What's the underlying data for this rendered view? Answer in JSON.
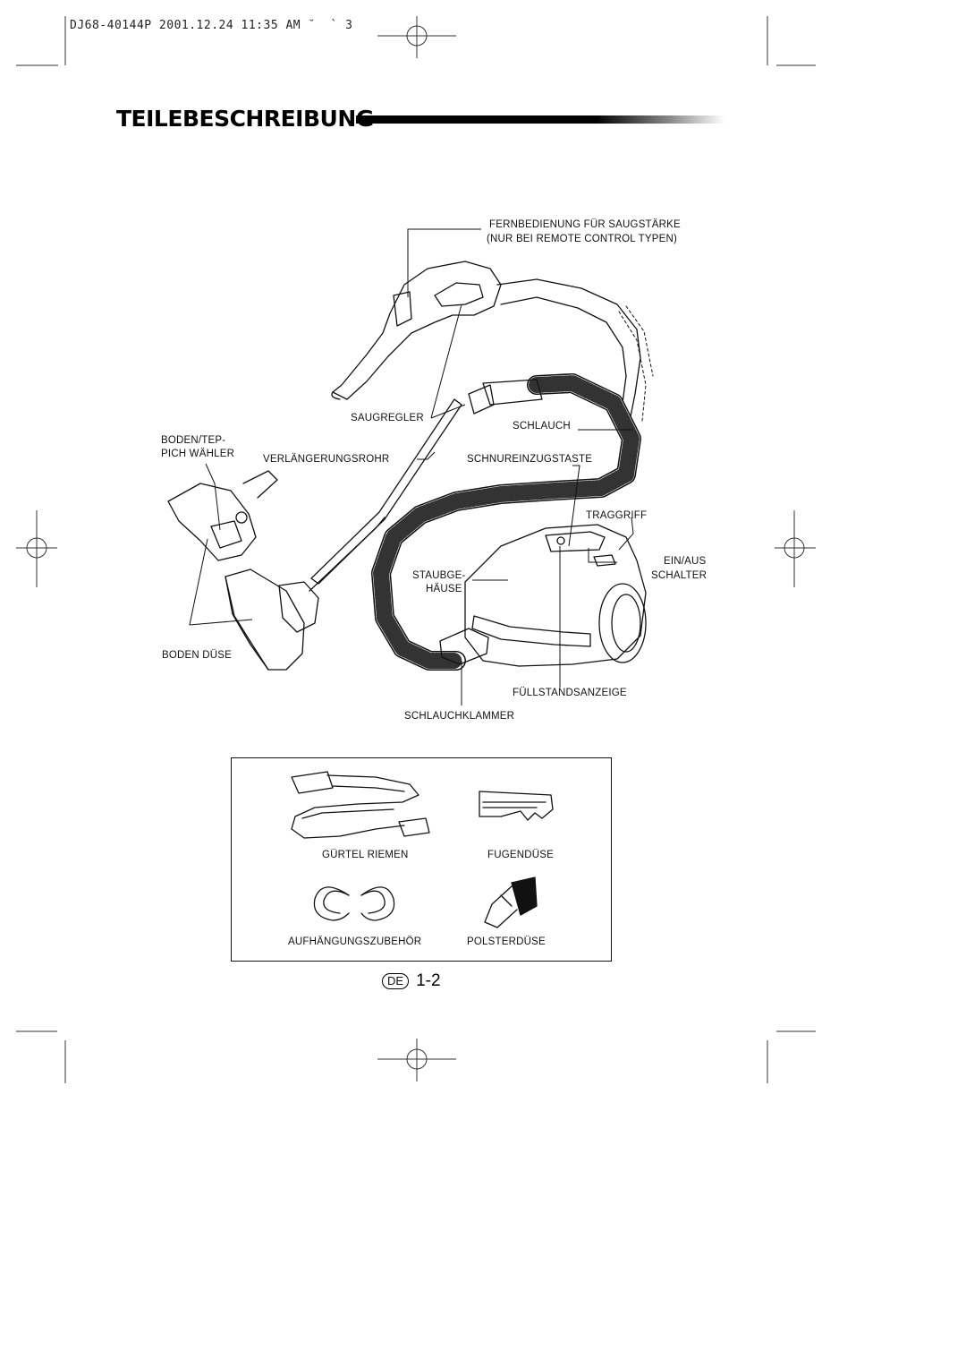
{
  "header": {
    "print_stamp": "DJ68-40144P 2001.12.24 11:35 AM ˘  ` 3"
  },
  "page_title": "TEILEBESCHREIBUNG",
  "main_labels": {
    "remote": "FERNBEDIENUNG FÜR SAUGSTÄRKE",
    "remote_note": "(NUR BEI REMOTE CONTROL TYPEN)",
    "saugregler": "SAUGREGLER",
    "schlauch": "SCHLAUCH",
    "boden_tep_1": "BODEN/TEP-",
    "boden_tep_2": "PICH WÄHLER",
    "verlaengerungsrohr": "VERLÄNGERUNGSROHR",
    "schnureinzugstaste": "SCHNUREINZUGSTASTE",
    "traggriff": "TRAGGRIFF",
    "ein_aus": "EIN/AUS",
    "schalter": "SCHALTER",
    "staubge": "STAUBGE-",
    "haeuse": "HÄUSE",
    "boden_duese": "BODEN DÜSE",
    "fuellstandsanzeige": "FÜLLSTANDSANZEIGE",
    "schlauchklammer": "SCHLAUCHKLAMMER"
  },
  "accessories": {
    "guertel": "GÜRTEL RIEMEN",
    "fugenduese": "FUGENDÜSE",
    "aufhaengung": "AUFHÄNGUNGSZUBEHÖR",
    "polsterduese": "POLSTERDÜSE"
  },
  "footer": {
    "lang_badge": "DE",
    "page_number": "1-2"
  }
}
